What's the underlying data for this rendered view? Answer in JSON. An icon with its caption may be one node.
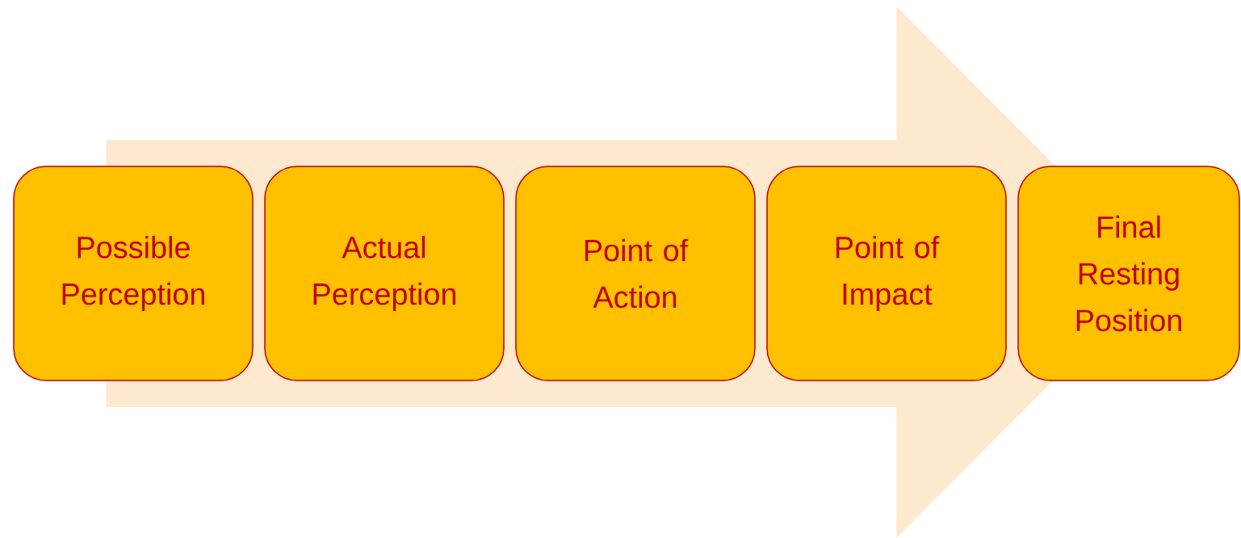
{
  "diagram": {
    "nodes": [
      {
        "text": [
          "Possible Perception"
        ]
      },
      {
        "text": [
          "Actual Perception"
        ]
      },
      {
        "text": [
          "Point of Action"
        ]
      },
      {
        "text": [
          "Point of Impact"
        ]
      },
      {
        "text": [
          "Final Resting Position"
        ]
      }
    ],
    "edges": [
      {
        "from": 0,
        "to": 4,
        "arrow": "to"
      }
    ]
  }
}
